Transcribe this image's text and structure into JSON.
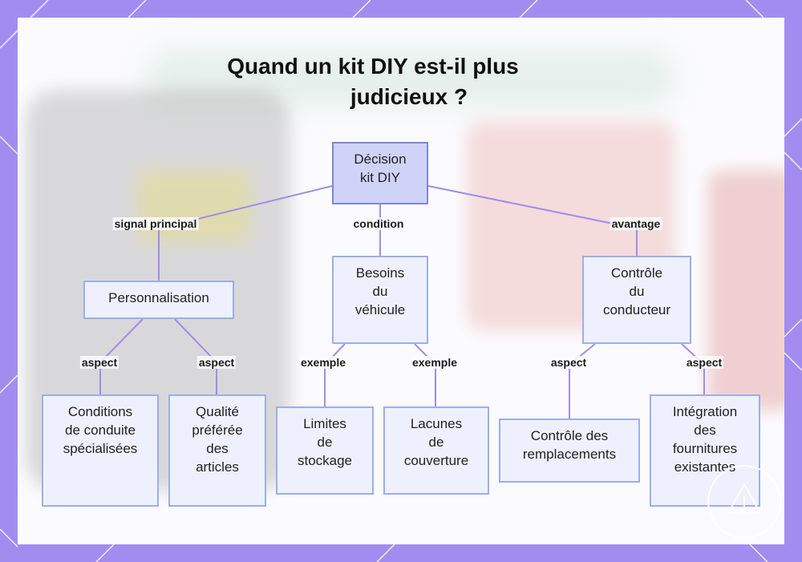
{
  "title": {
    "line1": "Quand un kit DIY est-il plus",
    "line2": "judicieux ?"
  },
  "nodes": {
    "root": "Décision\nkit DIY",
    "perso": "Personnalisation",
    "besoins": "Besoins\ndu\nvéhicule",
    "controle": "Contrôle\ndu\nconducteur",
    "conditions": "Conditions\nde conduite\nspécialisées",
    "qualite": "Qualité\npréférée\ndes\narticles",
    "limites": "Limites\nde\nstockage",
    "lacunes": "Lacunes\nde\ncouverture",
    "remplacements": "Contrôle des\nremplacements",
    "integration": "Intégration\ndes\nfournitures\nexistantes"
  },
  "edges": {
    "signal": "signal principal",
    "condition": "condition",
    "avantage": "avantage",
    "aspect": "aspect",
    "exemple": "exemple"
  },
  "colors": {
    "frame": "#a38cf0",
    "line": "#a08ce8",
    "node_border": "#9eaee8",
    "root_fill": "#cfd3f8"
  }
}
